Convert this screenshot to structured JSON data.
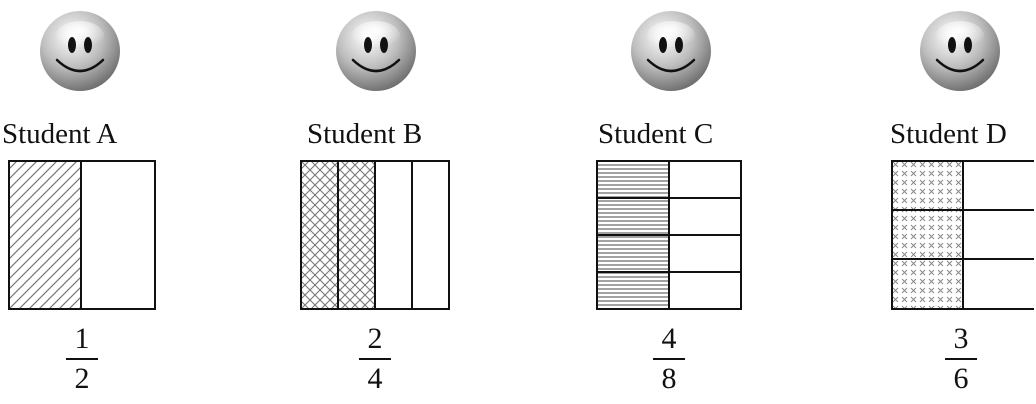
{
  "students": [
    {
      "name": "Student A",
      "numerator": "1",
      "denominator": "2"
    },
    {
      "name": "Student B",
      "numerator": "2",
      "denominator": "4"
    },
    {
      "name": "Student C",
      "numerator": "4",
      "denominator": "8"
    },
    {
      "name": "Student D",
      "numerator": "3",
      "denominator": "6"
    }
  ],
  "colors": {
    "line": "#111111",
    "pattern": "#777777"
  }
}
